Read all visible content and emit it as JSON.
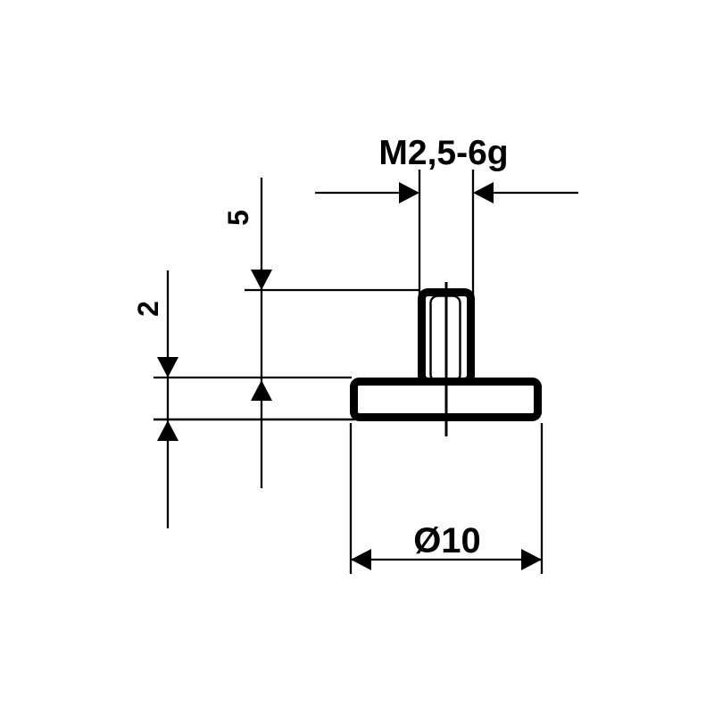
{
  "drawing": {
    "kind": "technical-dimension-drawing",
    "part": "flat-disc-measuring-insert",
    "colors": {
      "ink": "#000000",
      "background": "#ffffff"
    },
    "dimensions": {
      "thread": {
        "label": "M2,5-6g"
      },
      "stem_height": {
        "label": "5"
      },
      "plate_thickness": {
        "label": "2"
      },
      "plate_diameter": {
        "label": "Ø10"
      }
    }
  }
}
